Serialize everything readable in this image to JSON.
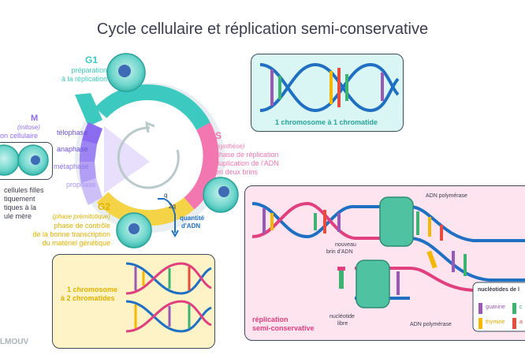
{
  "title": "Cycle cellulaire et réplication semi-conservative",
  "g1": {
    "label": "G1",
    "desc_line1": "préparation",
    "desc_line2": "à la réplication"
  },
  "m": {
    "label": "M",
    "sub": "(mitose)",
    "desc": "on cellulaire",
    "daughters_line1": "cellules filles",
    "daughters_line2": "tiquement",
    "daughters_line3": "tiques à la",
    "daughters_line4": "ule mère"
  },
  "phases": {
    "telophase": "télophase",
    "anaphase": "anaphase",
    "metaphase": "métaphase",
    "prophase": "prophase"
  },
  "s": {
    "label": "S",
    "sub": "(synthèse)",
    "desc_line1": "phase de réplication",
    "desc_line2": "duplication de l'ADN",
    "desc_line3": "en deux brins"
  },
  "g2": {
    "label": "G2",
    "sub": "(phase prémitotique)",
    "desc_line1": "phase de contrôle",
    "desc_line2": "de la bonne transcription",
    "desc_line3": "du matériel génétique"
  },
  "dna_qty": {
    "q": "q",
    "two_q": "2q",
    "label_line1": "quantité",
    "label_line2": "d'ADN"
  },
  "chromatid_one": "1 chromosome à 1 chromatide",
  "chromatid_two_line1": "1 chromosome",
  "chromatid_two_line2": "à 2 chromatides",
  "replication": {
    "polymerase_top": "ADN polymérase",
    "polymerase_bottom": "ADN polymérase",
    "new_strand_line1": "nouveau",
    "new_strand_line2": "brin d'ADN",
    "free_nucleotide_line1": "nucléotide",
    "free_nucleotide_line2": "libre",
    "title_line1": "réplication",
    "title_line2": "semi-conservative",
    "legend_title": "nucléotides de l",
    "legend_guanine": "guanine",
    "legend_thymine": "thymine",
    "legend_c": "c",
    "legend_a": "a"
  },
  "watermark": "LMOUV",
  "colors": {
    "g1": "#3cc9c0",
    "m": "#8b6cf0",
    "s": "#f277b0",
    "g2": "#f5d347",
    "strand_blue": "#1f6fc2",
    "strand_pink": "#e0407f",
    "guanine": "#9b59b6",
    "thymine": "#f5b800",
    "cytosine": "#3cb371",
    "adenine": "#e74c3c"
  }
}
